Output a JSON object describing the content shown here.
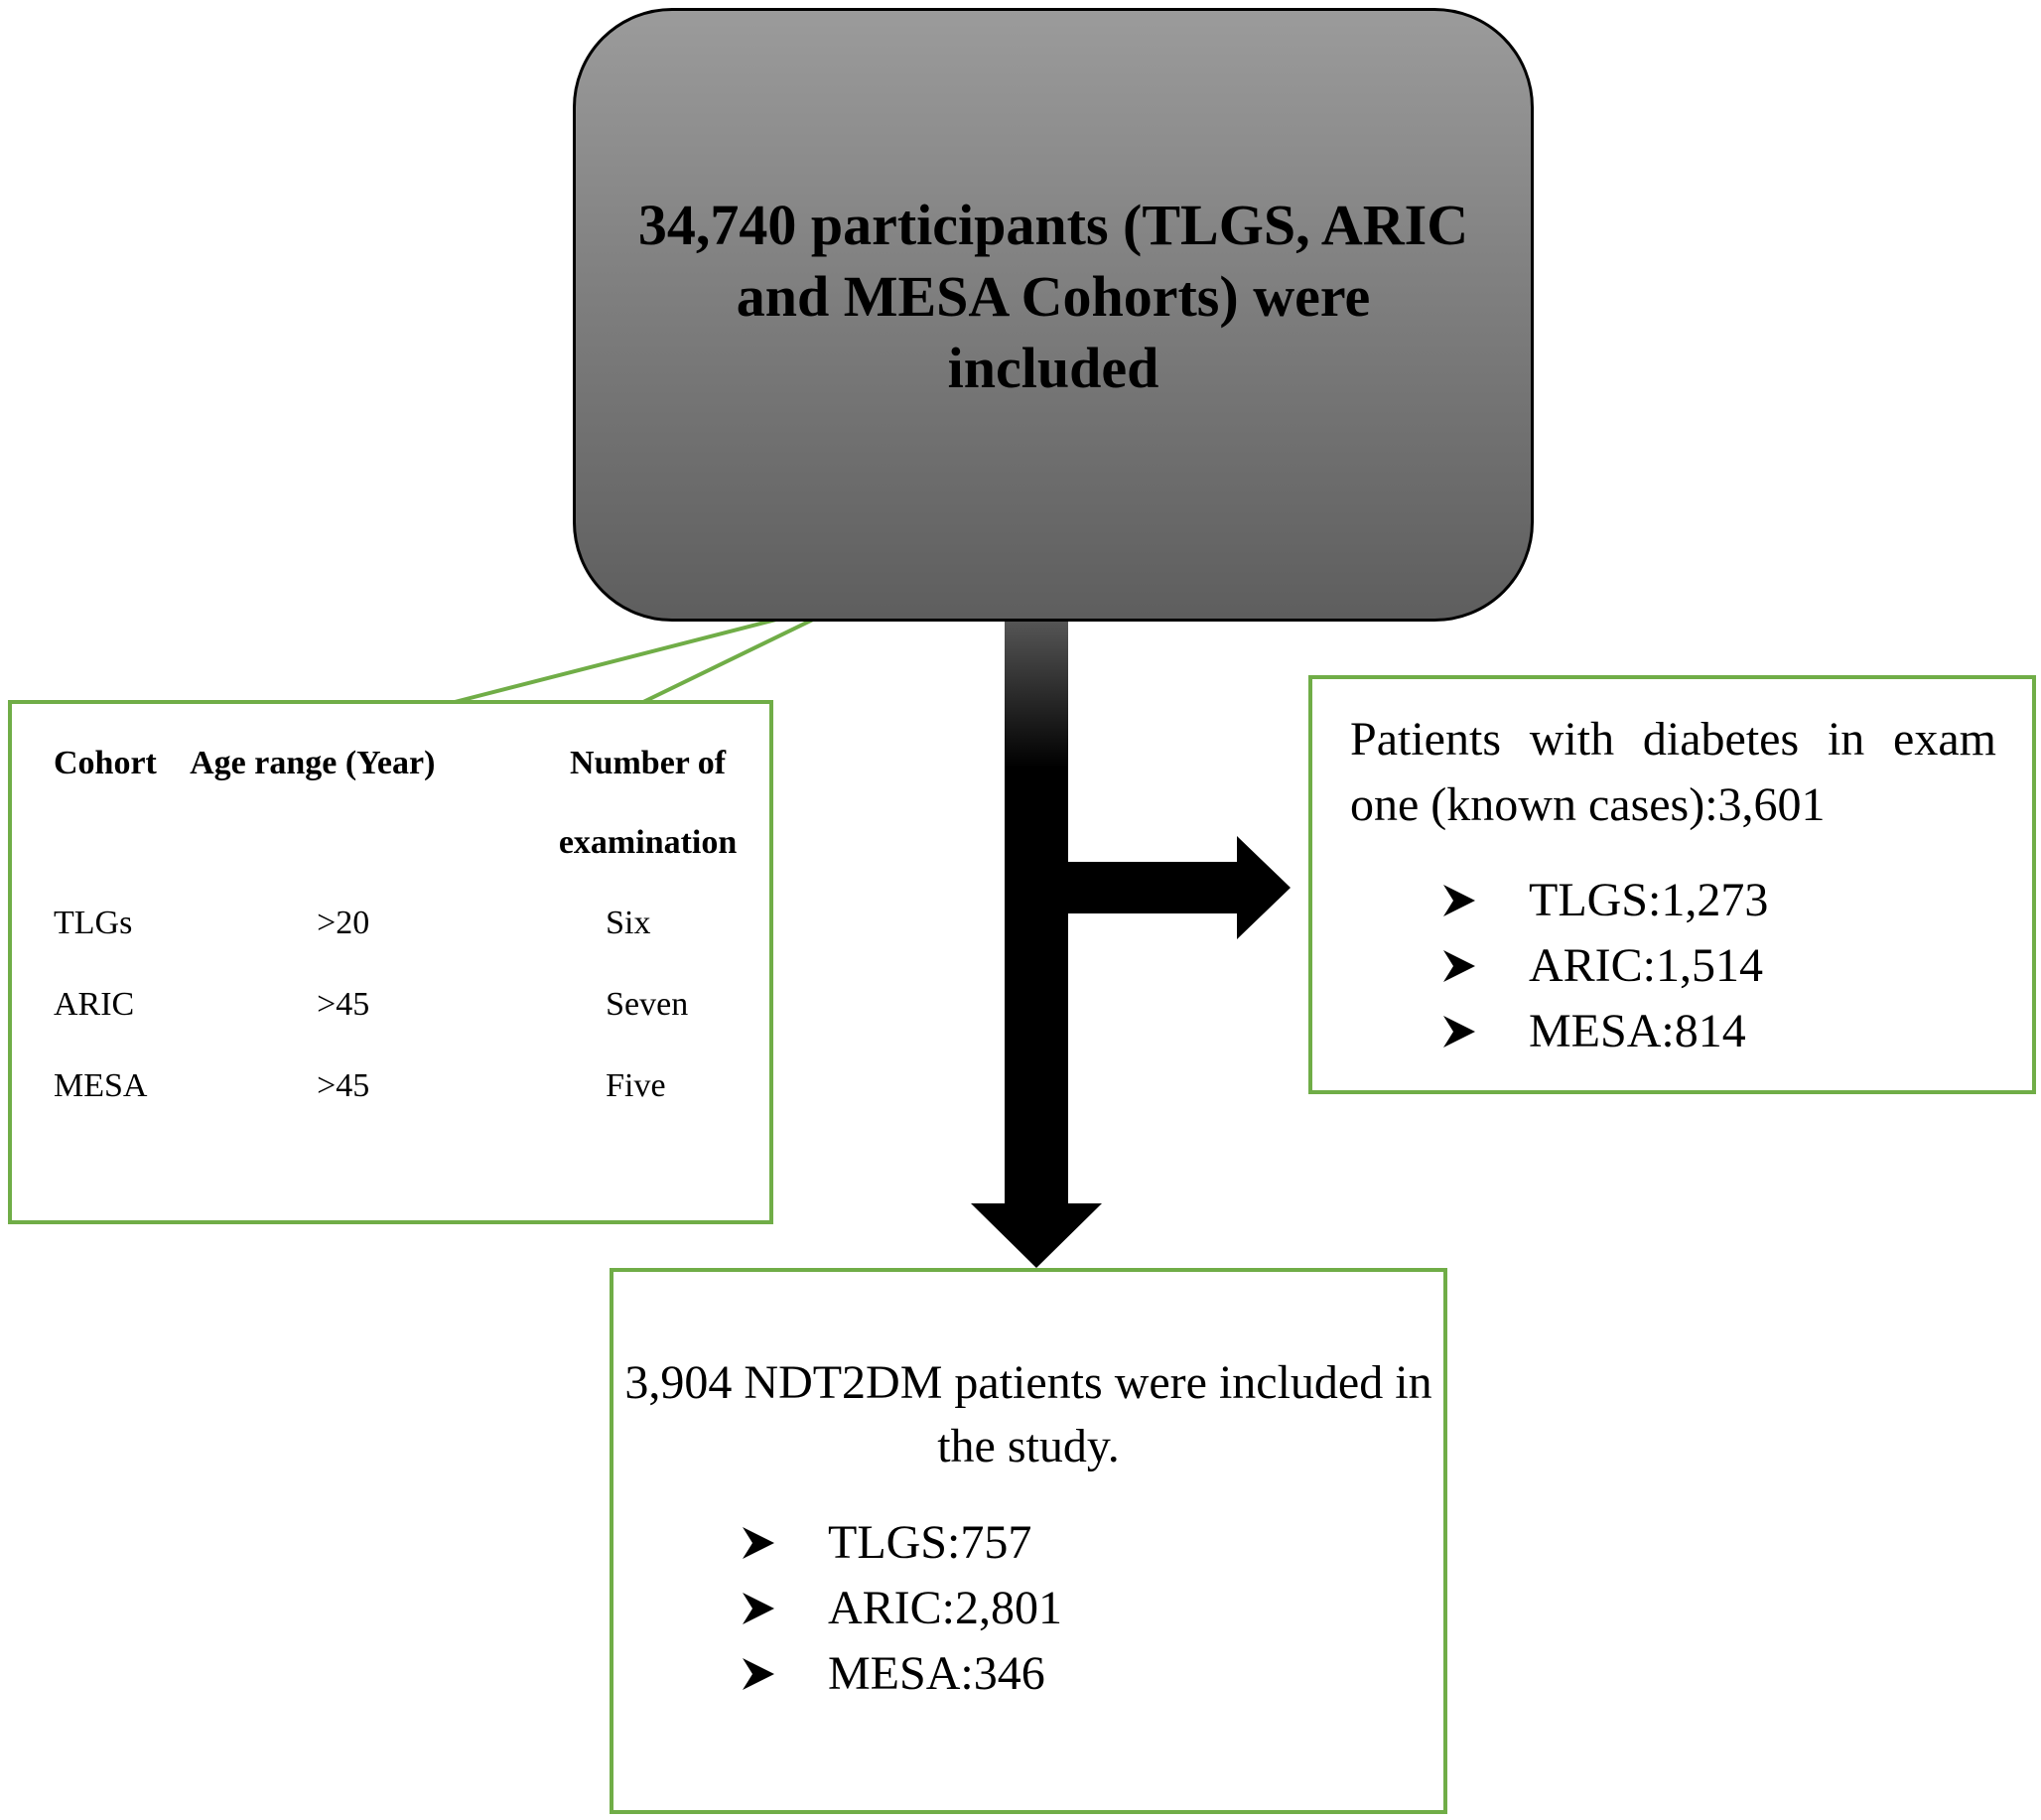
{
  "top_box": {
    "text": "34,740 participants (TLGS, ARIC and MESA Cohorts) were included"
  },
  "cohort_table": {
    "headers": [
      "Cohort",
      "Age range (Year)",
      "Number of examination"
    ],
    "rows": [
      [
        "TLGs",
        ">20",
        "Six"
      ],
      [
        "ARIC",
        ">45",
        "Seven"
      ],
      [
        "MESA",
        ">45",
        "Five"
      ]
    ]
  },
  "right_box": {
    "title": "Patients with diabetes in exam one (known cases):3,601",
    "items": [
      "TLGS:1,273",
      "ARIC:1,514",
      "MESA:814"
    ]
  },
  "bottom_box": {
    "title": "3,904 NDT2DM patients were included in the study.",
    "items": [
      "TLGS:757",
      "ARIC:2,801",
      "MESA:346"
    ]
  },
  "colors": {
    "box_border": "#70ad47",
    "top_box_fill_top": "#9b9b9b",
    "top_box_fill_bottom": "#5e5e5e"
  }
}
